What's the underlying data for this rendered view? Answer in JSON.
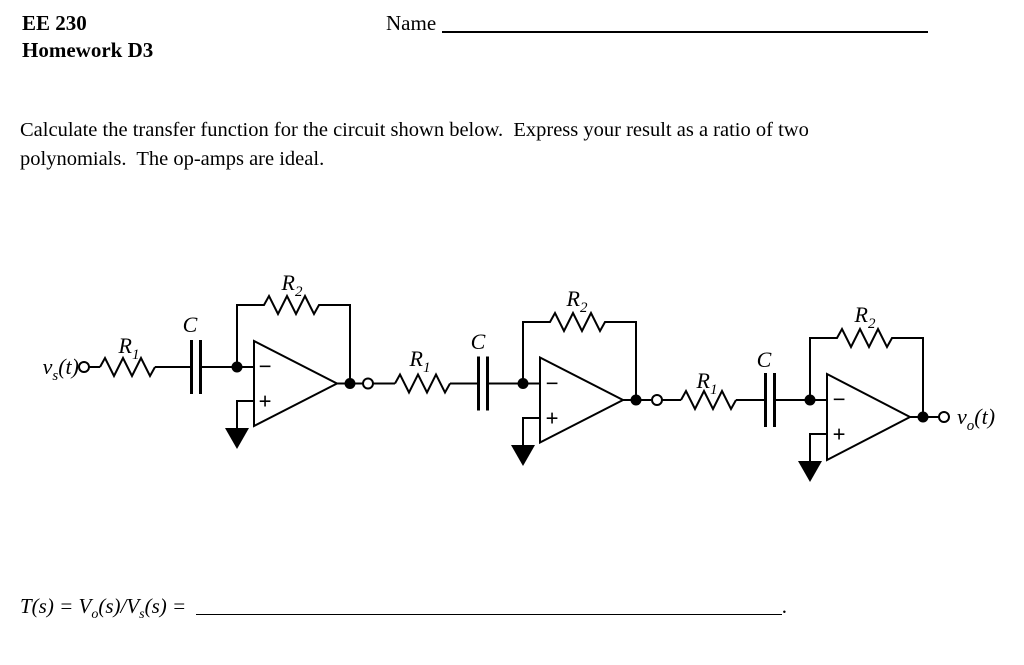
{
  "page": {
    "background": "#ffffff",
    "ink": "#000000"
  },
  "header": {
    "course": "EE 230",
    "assignment": "Homework D3",
    "name_label": "Name"
  },
  "problem": {
    "line1": "Calculate the transfer function for the circuit shown below.  Express your result as a ratio of two",
    "line2": "polynomials.  The op-amps are ideal."
  },
  "circuit": {
    "stage_count": 3,
    "source_label": {
      "base": "v",
      "sub": "s",
      "args": "(t)"
    },
    "output_label": {
      "base": "v",
      "sub": "o",
      "args": "(t)"
    },
    "r1_label": {
      "base": "R",
      "sub": "1"
    },
    "r2_label": {
      "base": "R",
      "sub": "2"
    },
    "cap_label": "C",
    "opamp_minus": "−",
    "opamp_plus": "+"
  },
  "answer": {
    "t1": "T(s) = V",
    "sub1": "o",
    "t2": "(s)/V",
    "sub2": "s",
    "t3": "(s) =",
    "period": "."
  }
}
